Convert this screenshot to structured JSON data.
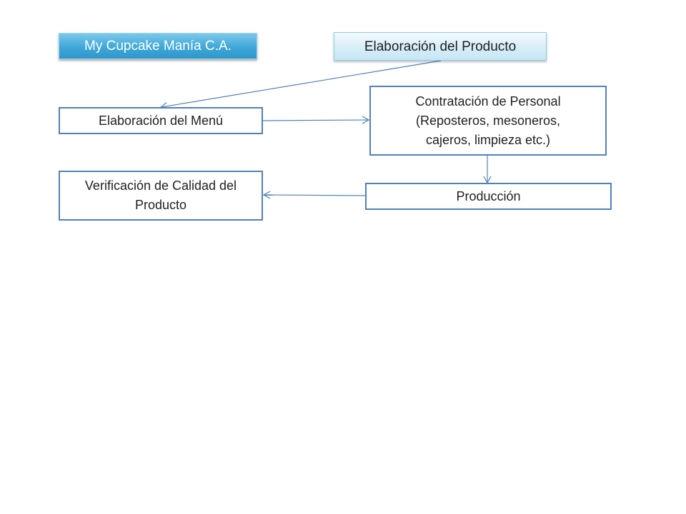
{
  "company": "My Cupcake Manía C.A.",
  "nodes": {
    "product": "Elaboración del Producto",
    "menu": "Elaboración del Menú",
    "hiring": "Contratación de Personal\n(Reposteros, mesoneros,\ncajeros, limpieza etc.)",
    "quality": "Verificación de Calidad del\nProducto",
    "production": "Producción"
  },
  "edges": [
    {
      "from": "product",
      "to": "menu"
    },
    {
      "from": "menu",
      "to": "hiring"
    },
    {
      "from": "hiring",
      "to": "production"
    },
    {
      "from": "production",
      "to": "quality"
    }
  ],
  "colors": {
    "title_fill": "#3fa7d8",
    "box_border": "#4f81bd",
    "connector": "#4f81bd"
  }
}
